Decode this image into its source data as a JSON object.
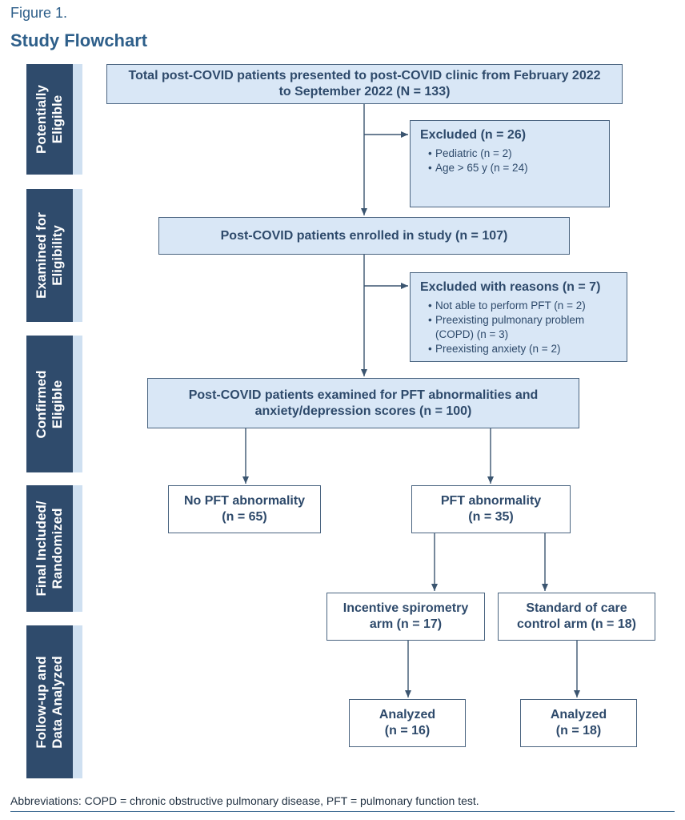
{
  "figure": {
    "label": "Figure 1.",
    "title": "Study Flowchart"
  },
  "stages": [
    "Potentially\nEligible",
    "Examined for\nEligibility",
    "Confirmed\nEligible",
    "Final Included/\nRandomized",
    "Follow-up and\nData Analyzed"
  ],
  "boxes": {
    "total": {
      "line1": "Total post-COVID patients presented to post-COVID clinic from February 2022",
      "line2": "to September 2022 (N = 133)"
    },
    "excluded1": {
      "heading": "Excluded (n = 26)",
      "items": [
        "Pediatric (n = 2)",
        "Age > 65 y (n = 24)"
      ]
    },
    "enrolled": {
      "text": "Post-COVID patients enrolled in study (n = 107)"
    },
    "excluded2": {
      "heading": "Excluded with reasons (n = 7)",
      "items": [
        "Not able to perform PFT (n = 2)",
        "Preexisting pulmonary problem (COPD) (n = 3)",
        "Preexisting anxiety (n = 2)"
      ]
    },
    "examined": {
      "line1": "Post-COVID patients examined for PFT abnormalities and",
      "line2": "anxiety/depression scores (n = 100)"
    },
    "no_pft": {
      "line1": "No PFT abnormality",
      "line2": "(n = 65)"
    },
    "pft": {
      "line1": "PFT abnormality",
      "line2": "(n = 35)"
    },
    "incentive": {
      "line1": "Incentive spirometry",
      "line2": "arm (n = 17)"
    },
    "standard": {
      "line1": "Standard of care",
      "line2": "control arm (n = 18)"
    },
    "analyzed_left": {
      "line1": "Analyzed",
      "line2": "(n = 16)"
    },
    "analyzed_right": {
      "line1": "Analyzed",
      "line2": "(n = 18)"
    }
  },
  "footnote": "Abbreviations: COPD = chronic obstructive pulmonary disease, PFT = pulmonary function test.",
  "colors": {
    "stage_band": "#2f4b6c",
    "stage_edge": "#cfe0f1",
    "box_fill": "#d9e7f6",
    "line": "#3b5570"
  }
}
